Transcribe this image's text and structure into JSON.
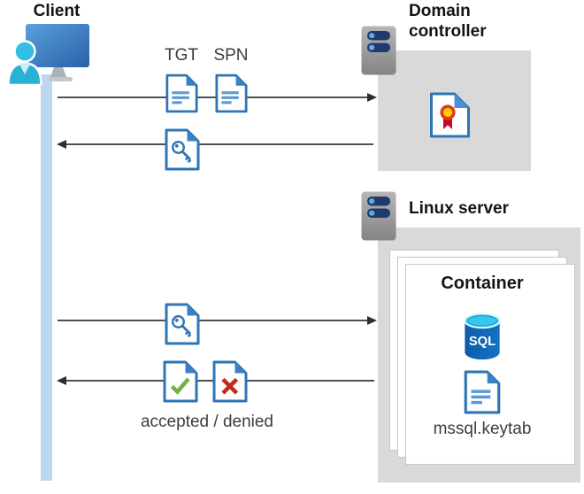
{
  "nodes": {
    "client": {
      "label": "Client"
    },
    "domain_controller": {
      "label_line1": "Domain",
      "label_line2": "controller"
    },
    "linux_server": {
      "label": "Linux server"
    },
    "container": {
      "label": "Container",
      "sql_badge": "SQL",
      "keytab_file": "mssql.keytab"
    }
  },
  "messages": {
    "tgt_label": "TGT",
    "spn_label": "SPN",
    "result_label": "accepted / denied"
  },
  "icons": {
    "client": "person-at-monitor-icon",
    "domain_controller": "server-icon",
    "linux_server": "server-icon",
    "certificate": "certificate-document-icon",
    "tgt": "text-document-icon",
    "spn": "text-document-icon",
    "key_ticket": "key-document-icon",
    "accepted": "check-document-icon",
    "denied": "cross-document-icon",
    "sql": "sql-database-icon",
    "keytab": "text-document-icon"
  },
  "colors": {
    "doc_border": "#2e75b6",
    "doc_fold": "#3b80c4",
    "doc_lines": "#5b9bd5",
    "box_gray": "#d9d9d9",
    "lifeline_blue": "#bdd7ee",
    "check_green": "#71b347",
    "cross_red": "#c02b1d",
    "cert_ring": "#e4391f",
    "cert_center": "#ffd302",
    "cert_ribbon": "#c00b25",
    "sql_body": "#0d64b0",
    "sql_top": "#38c7ea",
    "server_pill": "#203a6e",
    "server_dot": "#61ace6",
    "arrow": "#4f4f4f"
  }
}
